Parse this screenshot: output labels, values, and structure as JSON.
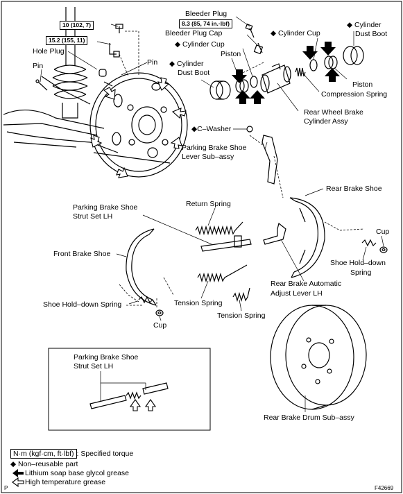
{
  "torque": {
    "t1": "10 (102, 7)",
    "t2": "15.2 (155, 11)",
    "t3": "8.3 (85, 74 in.·lbf)"
  },
  "labels": {
    "bleeder_plug": "Bleeder Plug",
    "bleeder_plug_cap": "Bleeder Plug Cap",
    "cylinder_cup_top": "◆ Cylinder Cup",
    "cylinder_dust_boot_right_1": "◆ Cylinder",
    "cylinder_dust_boot_right_2": "Dust Boot",
    "cylinder_cup_mid": "◆ Cylinder Cup",
    "piston_left": "Piston",
    "cylinder_dust_boot_left_1": "◆ Cylinder",
    "cylinder_dust_boot_left_2": "Dust Boot",
    "piston_right": "Piston",
    "compression_spring": "Compression Spring",
    "rear_wheel_cylinder_1": "Rear Wheel Brake",
    "rear_wheel_cylinder_2": "Cylinder Assy",
    "hole_plug": "Hole Plug",
    "pin_left": "Pin",
    "pin_top": "Pin",
    "c_washer": "◆C–Washer",
    "parking_lever_1": "Parking Brake Shoe",
    "parking_lever_2": "Lever Sub–assy",
    "rear_brake_shoe": "Rear Brake Shoe",
    "parking_strut_1": "Parking Brake Shoe",
    "parking_strut_2": "Strut Set LH",
    "return_spring": "Return Spring",
    "front_brake_shoe": "Front Brake Shoe",
    "cup_right": "Cup",
    "shoe_holddown_right_1": "Shoe Hold–down",
    "shoe_holddown_right_2": "Spring",
    "adjust_lever_1": "Rear Brake Automatic",
    "adjust_lever_2": "Adjust Lever LH",
    "shoe_holddown_left": "Shoe Hold–down Spring",
    "tension_spring_1": "Tension Spring",
    "tension_spring_2": "Tension Spring",
    "cup_left": "Cup",
    "inset_strut_1": "Parking Brake Shoe",
    "inset_strut_2": "Strut Set LH",
    "rear_drum": "Rear Brake Drum Sub–assy"
  },
  "legend": {
    "torque_box": "N·m (kgf·cm, ft·lbf)",
    "torque_text": ": Specified torque",
    "nonreusable": "◆ Non–reusable part",
    "lithium": "Lithium soap base glycol grease",
    "high_temp": "High temperature grease"
  },
  "code": "F42669",
  "corner_mark": "P"
}
